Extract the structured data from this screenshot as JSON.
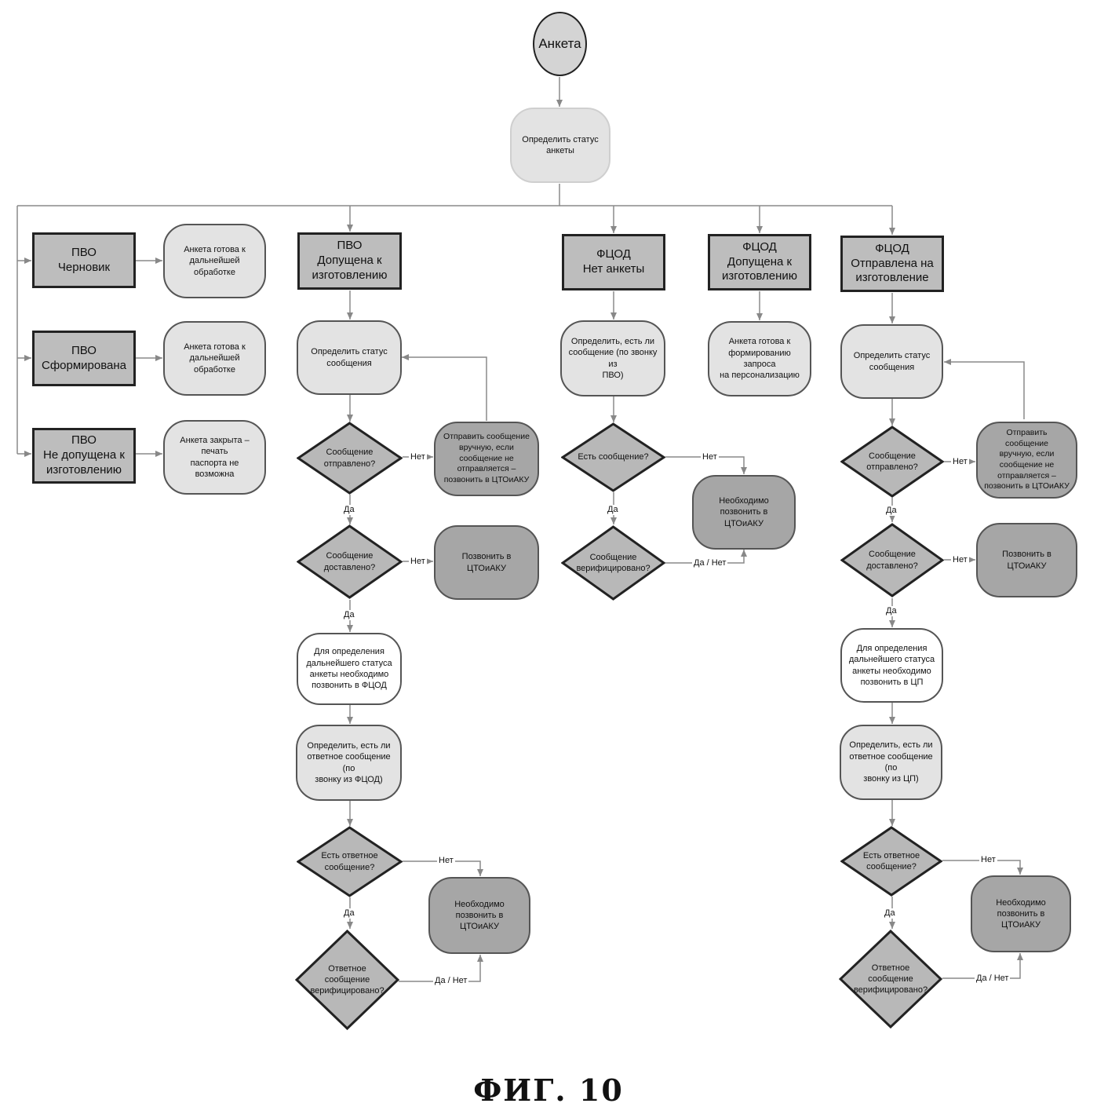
{
  "start": "Анкета",
  "determine_status": "Определить статус\nанкеты",
  "pvo_draft": {
    "status": "ПВО\nЧерновик",
    "note": "Анкета готова к\nдальнейшей обработке"
  },
  "pvo_formed": {
    "status": "ПВО\nСформирована",
    "note": "Анкета готова к\nдальнейшей обработке"
  },
  "pvo_rejected": {
    "status": "ПВО\nНе допущена к\nизготовлению",
    "note": "Анкета закрыта – печать\nпаспорта не возможна"
  },
  "pvo_admitted": {
    "status": "ПВО\nДопущена к\nизготовлению",
    "determine_msg": "Определить статус\nсообщения",
    "q_sent": "Сообщение\nотправлено?",
    "send_manually": "Отправить сообщение\nвручную, если\nсообщение не\nотправляется –\nпозвонить в ЦТОиАКУ",
    "q_delivered": "Сообщение\nдоставлено?",
    "call": "Позвонить в ЦТОиАКУ",
    "call_next": "Для определения\nдальнейшего статуса\nанкеты необходимо\nпозвонить в ФЦОД",
    "determine_reply": "Определить, есть ли\nответное сообщение (по\nзвонку из ФЦОД)",
    "q_reply": "Есть ответное\nсообщение?",
    "need_call": "Необходимо позвонить в\nЦТОиАКУ",
    "q_verified": "Ответное\nсообщение\nверифицировано?"
  },
  "fcod_none": {
    "status": "ФЦОД\nНет анкеты",
    "determine": "Определить, есть ли\nсообщение (по звонку из\nПВО)",
    "q_msg": "Есть сообщение?",
    "need_call": "Необходимо позвонить в\nЦТОиАКУ",
    "q_verified": "Сообщение\nверифицировано?"
  },
  "fcod_admitted": {
    "status": "ФЦОД\nДопущена к\nизготовлению",
    "note": "Анкета готова к\nформированию запроса\nна персонализацию"
  },
  "fcod_sent": {
    "status": "ФЦОД\nОтправлена на\nизготовление",
    "determine_msg": "Определить статус\nсообщения",
    "q_sent": "Сообщение\nотправлено?",
    "send_manually": "Отправить сообщение\nвручную, если\nсообщение не\nотправляется –\nпозвонить в ЦТОиАКУ",
    "q_delivered": "Сообщение\nдоставлено?",
    "call": "Позвонить в ЦТОиАКУ",
    "call_next": "Для определения\nдальнейшего статуса\nанкеты необходимо\nпозвонить в ЦП",
    "determine_reply": "Определить, есть ли\nответное сообщение (по\nзвонку из ЦП)",
    "q_reply": "Есть ответное\nсообщение?",
    "need_call": "Необходимо позвонить в\nЦТОиАКУ",
    "q_verified": "Ответное\nсообщение\nверифицировано?"
  },
  "labels": {
    "yes": "Да",
    "no": "Нет",
    "yes_no": "Да / Нет"
  },
  "figure_caption": "ФИГ. 10"
}
